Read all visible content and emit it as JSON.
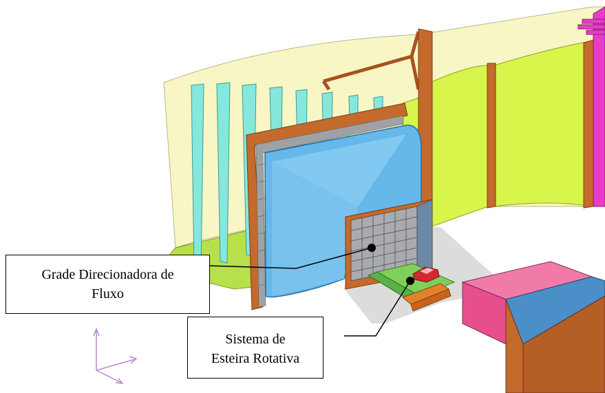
{
  "colors": {
    "background": "#ffffff",
    "wall": "#f8f6c4",
    "panel_lime": "#d7f54a",
    "floor_green": "#b7e04a",
    "frame_brown": "#c46a2c",
    "contraction_blue": "#66b7ea",
    "vane_cyan": "#86e8dc",
    "magenta": "#e83cc8",
    "pink_block": "#e64f8c",
    "box_blue": "#4a8fc8",
    "shadow": "#d9d9d9",
    "car_red": "#d22832"
  },
  "labels": {
    "grade": {
      "line1": "Grade Direcionadora de",
      "line2": "Fluxo"
    },
    "esteira": {
      "line1": "Sistema de",
      "line2": "Esteira Rotativa"
    }
  },
  "icons": {
    "axes": "coordinate-axes-icon"
  }
}
